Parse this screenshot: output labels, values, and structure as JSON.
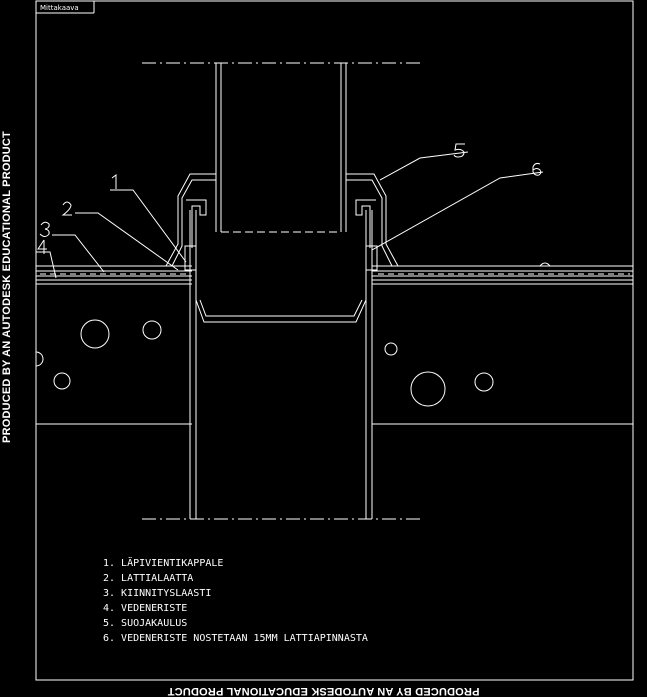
{
  "window_title": "Mittakaava",
  "stamp_text": "PRODUCED BY AN AUTODESK EDUCATIONAL PRODUCT",
  "callouts": [
    "1",
    "2",
    "3",
    "4",
    "5",
    "6"
  ],
  "legend": [
    "1. LÄPIVIENTIKAPPALE",
    "2. LATTIALAATTA",
    "3. KIINNITYSLAASTI",
    "4. VEDENERISTE",
    "5. SUOJAKAULUS",
    "6. VEDENERISTE NOSTETAAN 15MM LATTIAPINNASTA"
  ],
  "colors": {
    "background": "#000000",
    "lines": "#ffffff"
  }
}
